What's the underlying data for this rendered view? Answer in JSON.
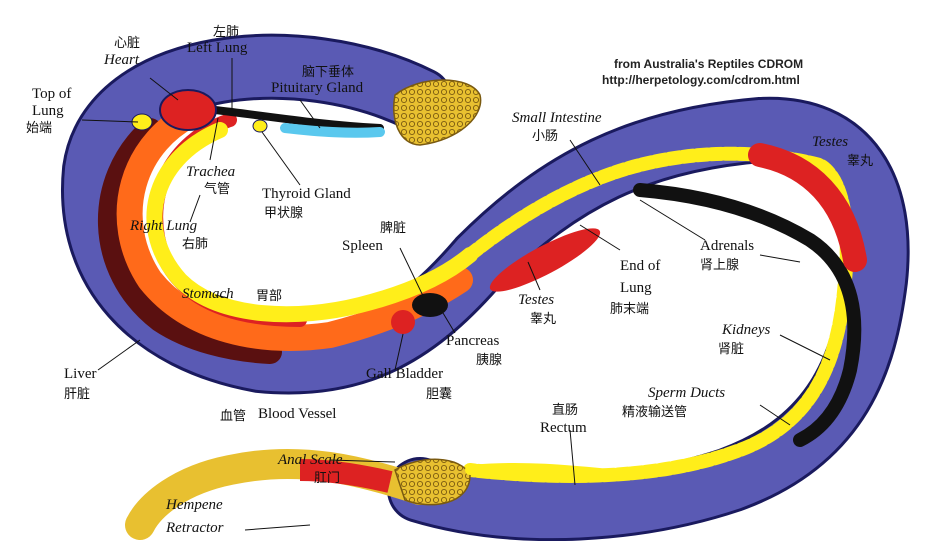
{
  "source": {
    "line1": "from Australia's Reptiles CDROM",
    "line2": "http://herpetology.com/cdrom.html"
  },
  "labels": {
    "heart_zh": "心脏",
    "heart_en": "Heart",
    "left_lung_zh": "左肺",
    "left_lung_en": "Left Lung",
    "pituitary_zh": "脑下垂体",
    "pituitary_en": "Pituitary Gland",
    "top_of_lung_en1": "Top of",
    "top_of_lung_en2": "Lung",
    "top_of_lung_zh": "始端",
    "trachea_en": "Trachea",
    "trachea_zh": "气管",
    "thyroid_en": "Thyroid Gland",
    "thyroid_zh": "甲状腺",
    "right_lung_en": "Right Lung",
    "right_lung_zh": "右肺",
    "stomach_en": "Stomach",
    "stomach_zh": "胃部",
    "liver_en": "Liver",
    "liver_zh": "肝脏",
    "blood_vessel_zh": "血管",
    "blood_vessel_en": "Blood Vessel",
    "gall_bladder_en": "Gall Bladder",
    "gall_bladder_zh": "胆囊",
    "pancreas_en": "Pancreas",
    "pancreas_zh": "胰腺",
    "spleen_zh": "脾脏",
    "spleen_en": "Spleen",
    "small_intestine_en": "Small Intestine",
    "small_intestine_zh": "小肠",
    "testes_en": "Testes",
    "testes_zh": "睾丸",
    "end_of_lung_en1": "End of",
    "end_of_lung_en2": "Lung",
    "end_of_lung_zh": "肺末端",
    "testes2_en": "Testes",
    "testes2_zh": "睾丸",
    "adrenals_en": "Adrenals",
    "adrenals_zh": "肾上腺",
    "kidneys_en": "Kidneys",
    "kidneys_zh": "肾脏",
    "sperm_ducts_en": "Sperm Ducts",
    "sperm_ducts_zh": "精液输送管",
    "rectum_zh": "直肠",
    "rectum_en": "Rectum",
    "anal_scale_en": "Anal Scale",
    "anal_scale_zh": "肛门",
    "hempene_en": "Hempene",
    "retractor_en": "Retractor"
  },
  "colors": {
    "outline": "#1a1a5e",
    "body_blue": "#5a5ab4",
    "liver": "#5a1010",
    "red_organ": "#dd2222",
    "orange": "#ff6a1a",
    "yellow": "#ffee1a",
    "scale_yellow": "#e8c030",
    "kidney_black": "#111111",
    "trachea_cyan": "#5ac8ee"
  }
}
